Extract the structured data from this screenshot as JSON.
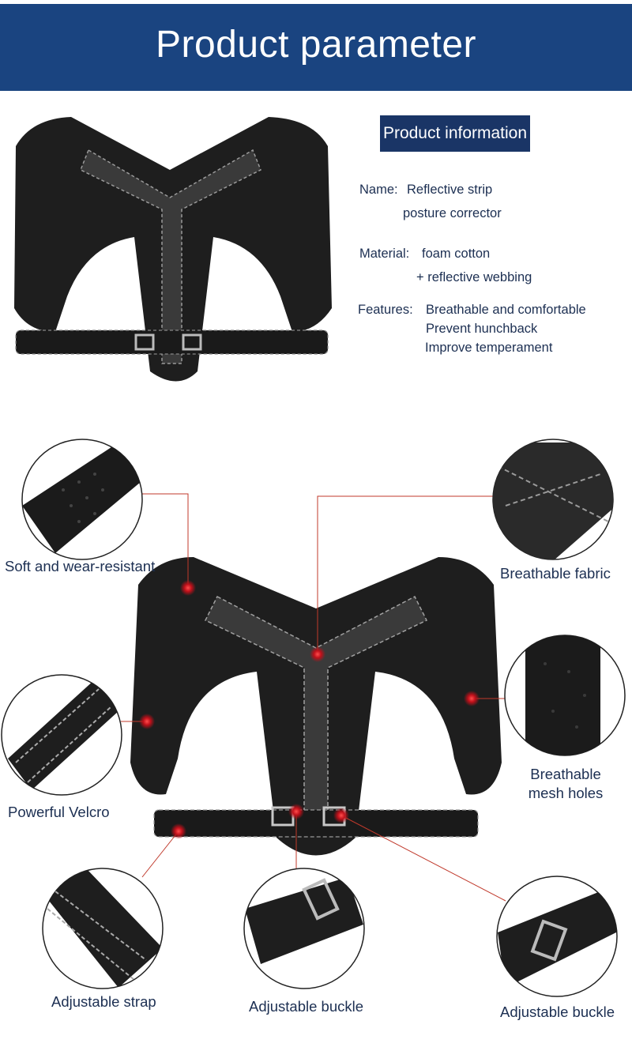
{
  "header": {
    "title": "Product parameter"
  },
  "info": {
    "badge": "Product information",
    "name_label": "Name:",
    "name_line1": "Reflective strip",
    "name_line2": "posture corrector",
    "material_label": "Material:",
    "material_line1": "foam cotton",
    "material_line2": "+ reflective webbing",
    "features_label": "Features:",
    "features": [
      "Breathable and comfortable",
      "Prevent hunchback",
      "Improve temperament"
    ]
  },
  "callouts": {
    "soft": "Soft and wear-resistant",
    "fabric": "Breathable fabric",
    "velcro": "Powerful Velcro",
    "mesh_line1": "Breathable",
    "mesh_line2": "mesh holes",
    "strap": "Adjustable strap",
    "buckle_center": "Adjustable buckle",
    "buckle_right": "Adjustable buckle"
  },
  "colors": {
    "header": "#1a4480",
    "badge": "#1a3566",
    "text": "#1c2f52",
    "leader": "#c0392b",
    "product": "#1e1e1e"
  }
}
